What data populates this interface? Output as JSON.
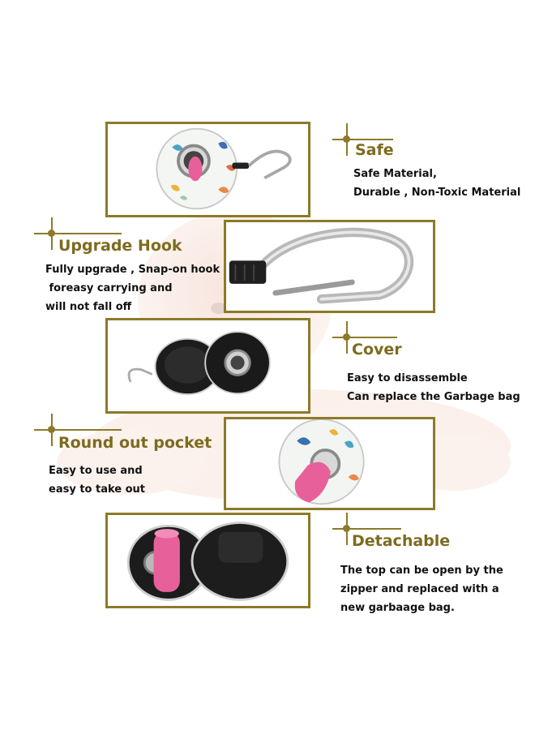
{
  "colors": {
    "accent": "#8c7a2a",
    "heading": "#7d6b1f",
    "text": "#111111",
    "pink": "#e8609a"
  },
  "sections": [
    {
      "title": "Safe",
      "lines": [
        "Safe Material,",
        "Durable , Non-Toxic Material"
      ]
    },
    {
      "title": "Upgrade Hook",
      "lines": [
        "Fully upgrade , Snap-on hook",
        " foreasy carrying and",
        "will not fall off"
      ]
    },
    {
      "title": "Cover",
      "lines": [
        "Easy to disassemble",
        "Can replace the Garbage bag"
      ]
    },
    {
      "title": "Round out pocket",
      "lines": [
        "Easy to use and",
        "easy to take out"
      ]
    },
    {
      "title": "Detachable",
      "lines": [
        "The top can be open by the",
        "zipper and replaced with a",
        "new garbaage bag."
      ]
    }
  ]
}
